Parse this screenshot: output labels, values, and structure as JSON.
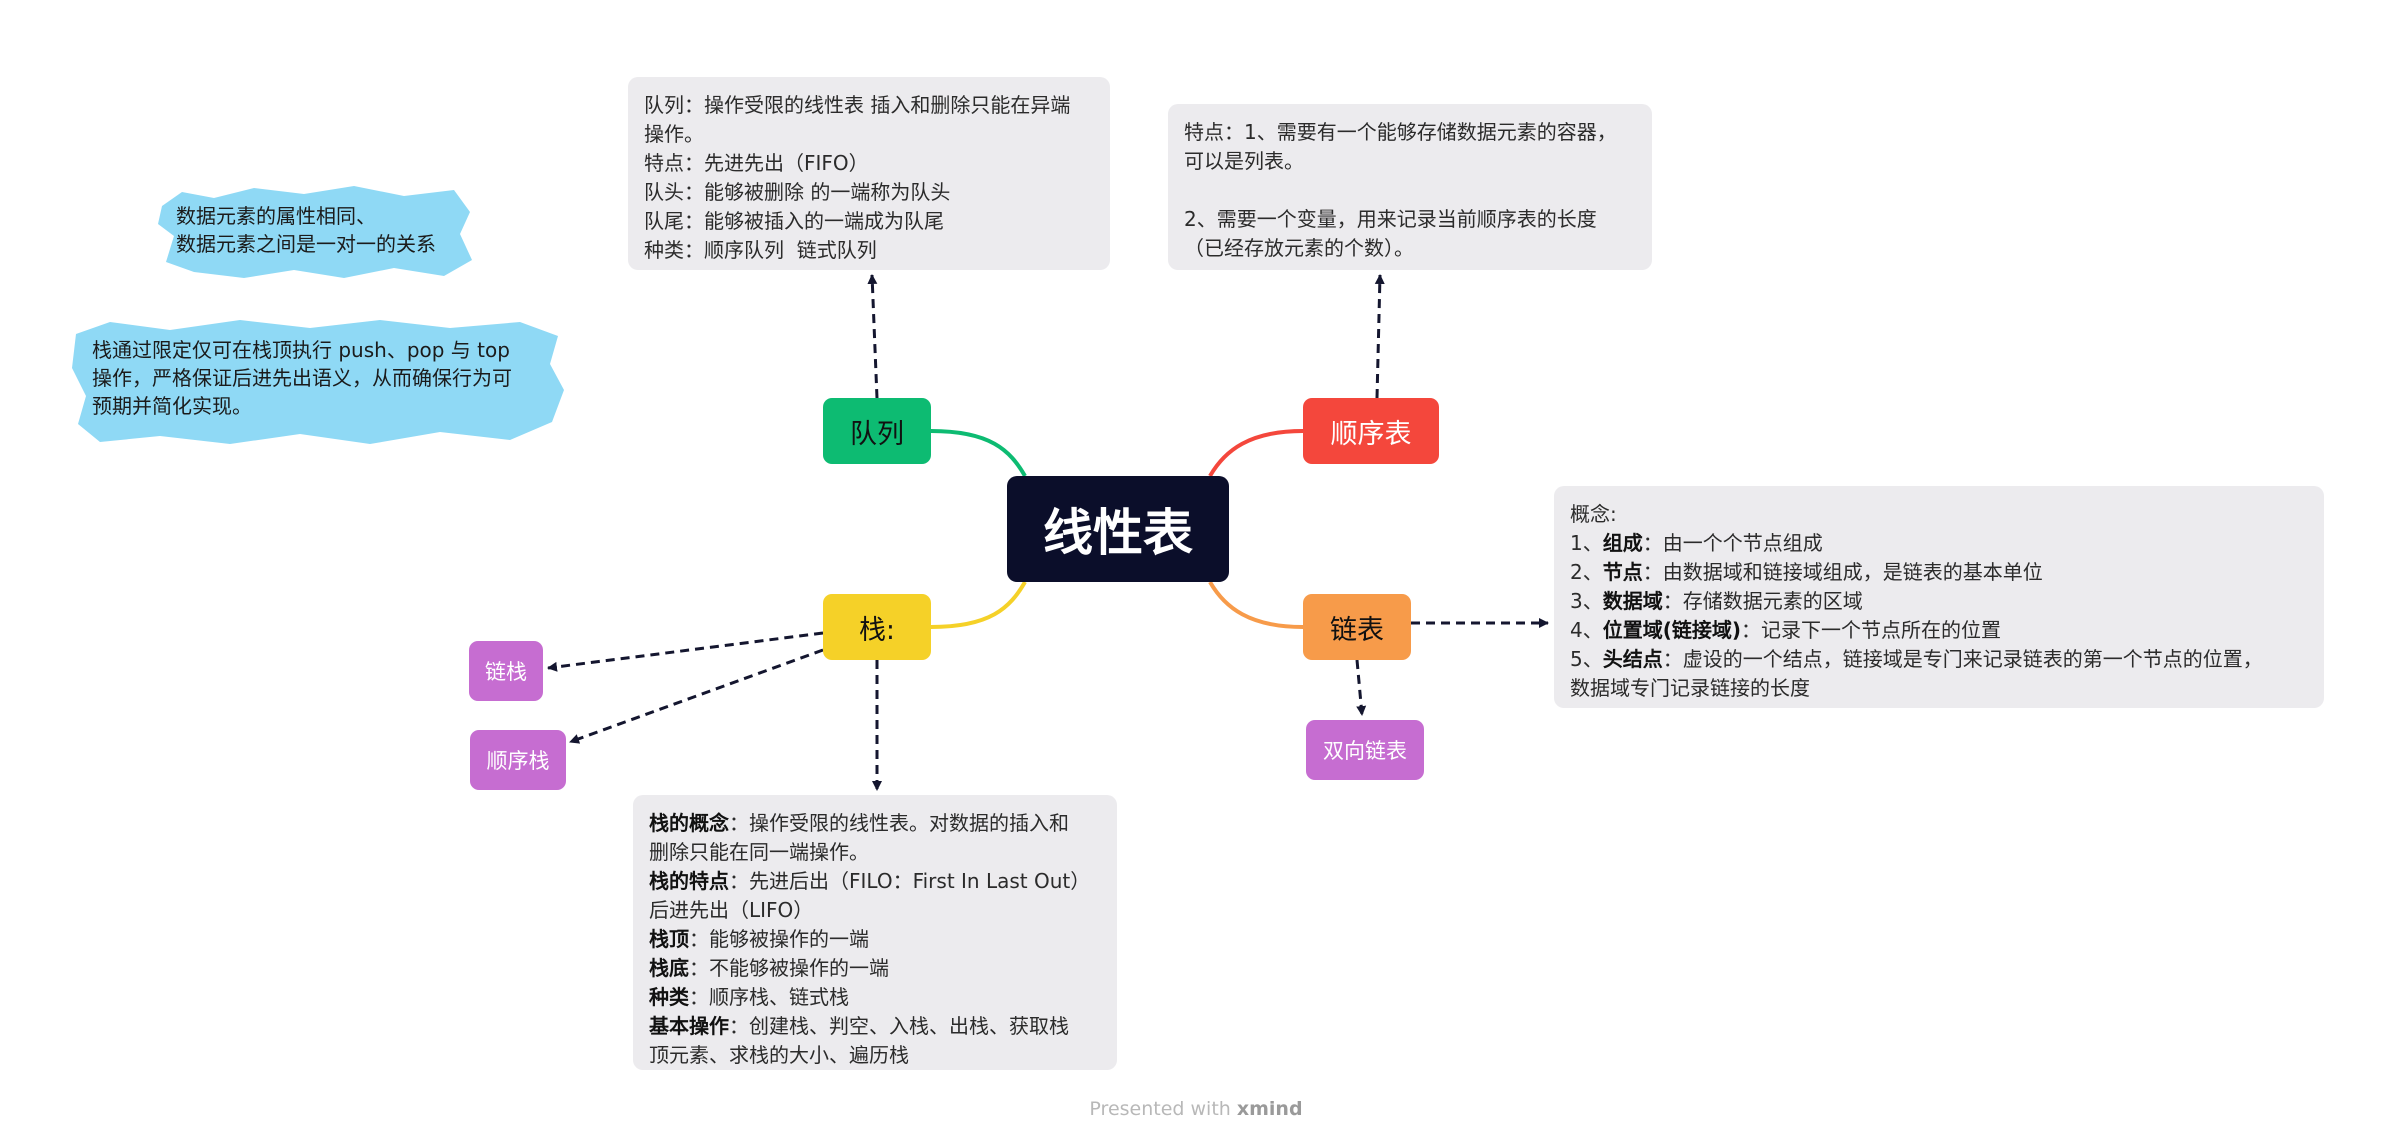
{
  "root": {
    "label": "线性表"
  },
  "topics": {
    "queue": "队列",
    "sequential": "顺序表",
    "stack": "栈:",
    "linked": "链表"
  },
  "subtopics": {
    "linked_stack": "链栈",
    "sequential_stack": "顺序栈",
    "doubly_linked": "双向链表"
  },
  "notes": {
    "queue": [
      "队列：操作受限的线性表 插入和删除只能在异端",
      "操作。",
      "特点：先进先出（FIFO）",
      "队头：能够被删除 的一端称为队头",
      "队尾：能够被插入的一端成为队尾",
      "种类：顺序队列  链式队列"
    ],
    "sequential": [
      "特点：1、需要有一个能够存储数据元素的容器，",
      "可以是列表。",
      "",
      "2、需要一个变量，用来记录当前顺序表的长度",
      "（已经存放元素的个数）。"
    ],
    "stack": [
      {
        "bold": "栈的概念",
        "text": "：操作受限的线性表。对数据的插入和"
      },
      {
        "bold": "",
        "text": "删除只能在同一端操作。"
      },
      {
        "bold": "栈的特点",
        "text": "：先进后出（FILO：First In Last Out）"
      },
      {
        "bold": "",
        "text": "后进先出（LIFO）"
      },
      {
        "bold": "栈顶",
        "text": "：能够被操作的一端"
      },
      {
        "bold": "栈底",
        "text": "：不能够被操作的一端"
      },
      {
        "bold": "种类",
        "text": "：顺序栈、链式栈"
      },
      {
        "bold": "基本操作",
        "text": "：创建栈、判空、入栈、出栈、获取栈"
      },
      {
        "bold": "",
        "text": "顶元素、求栈的大小、遍历栈"
      }
    ],
    "linked": [
      {
        "pre": "概念:",
        "bold": "",
        "text": ""
      },
      {
        "pre": "1、",
        "bold": "组成",
        "text": "：由一个个节点组成"
      },
      {
        "pre": "2、",
        "bold": "节点",
        "text": "：由数据域和链接域组成，是链表的基本单位"
      },
      {
        "pre": "3、",
        "bold": "数据域",
        "text": "：存储数据元素的区域"
      },
      {
        "pre": "4、",
        "bold": "位置域(链接域)",
        "text": "：记录下一个节点所在的位置"
      },
      {
        "pre": "5、",
        "bold": "头结点",
        "text": "：虚设的一个结点，链接域是专门来记录链表的第一个节点的位置，"
      },
      {
        "pre": "",
        "bold": "",
        "text": "数据域专门记录链接的长度"
      }
    ]
  },
  "callouts": {
    "one": "数据元素的属性相同、\n数据元素之间是一对一的关系",
    "two": "栈通过限定仅可在栈顶执行 push、pop 与 top\n操作，严格保证后进先出语义，从而确保行为可\n预期并简化实现。"
  },
  "footer": {
    "prefix": "Presented with ",
    "brand": "xmind"
  },
  "colors": {
    "root": "#0b0e2a",
    "queue": "#0dbb72",
    "sequential": "#f4473c",
    "stack": "#f5d128",
    "linked": "#f79b4a",
    "subtopic": "#c66dd1",
    "note_bg": "#ecebee",
    "callout": "#8fd9f5"
  }
}
